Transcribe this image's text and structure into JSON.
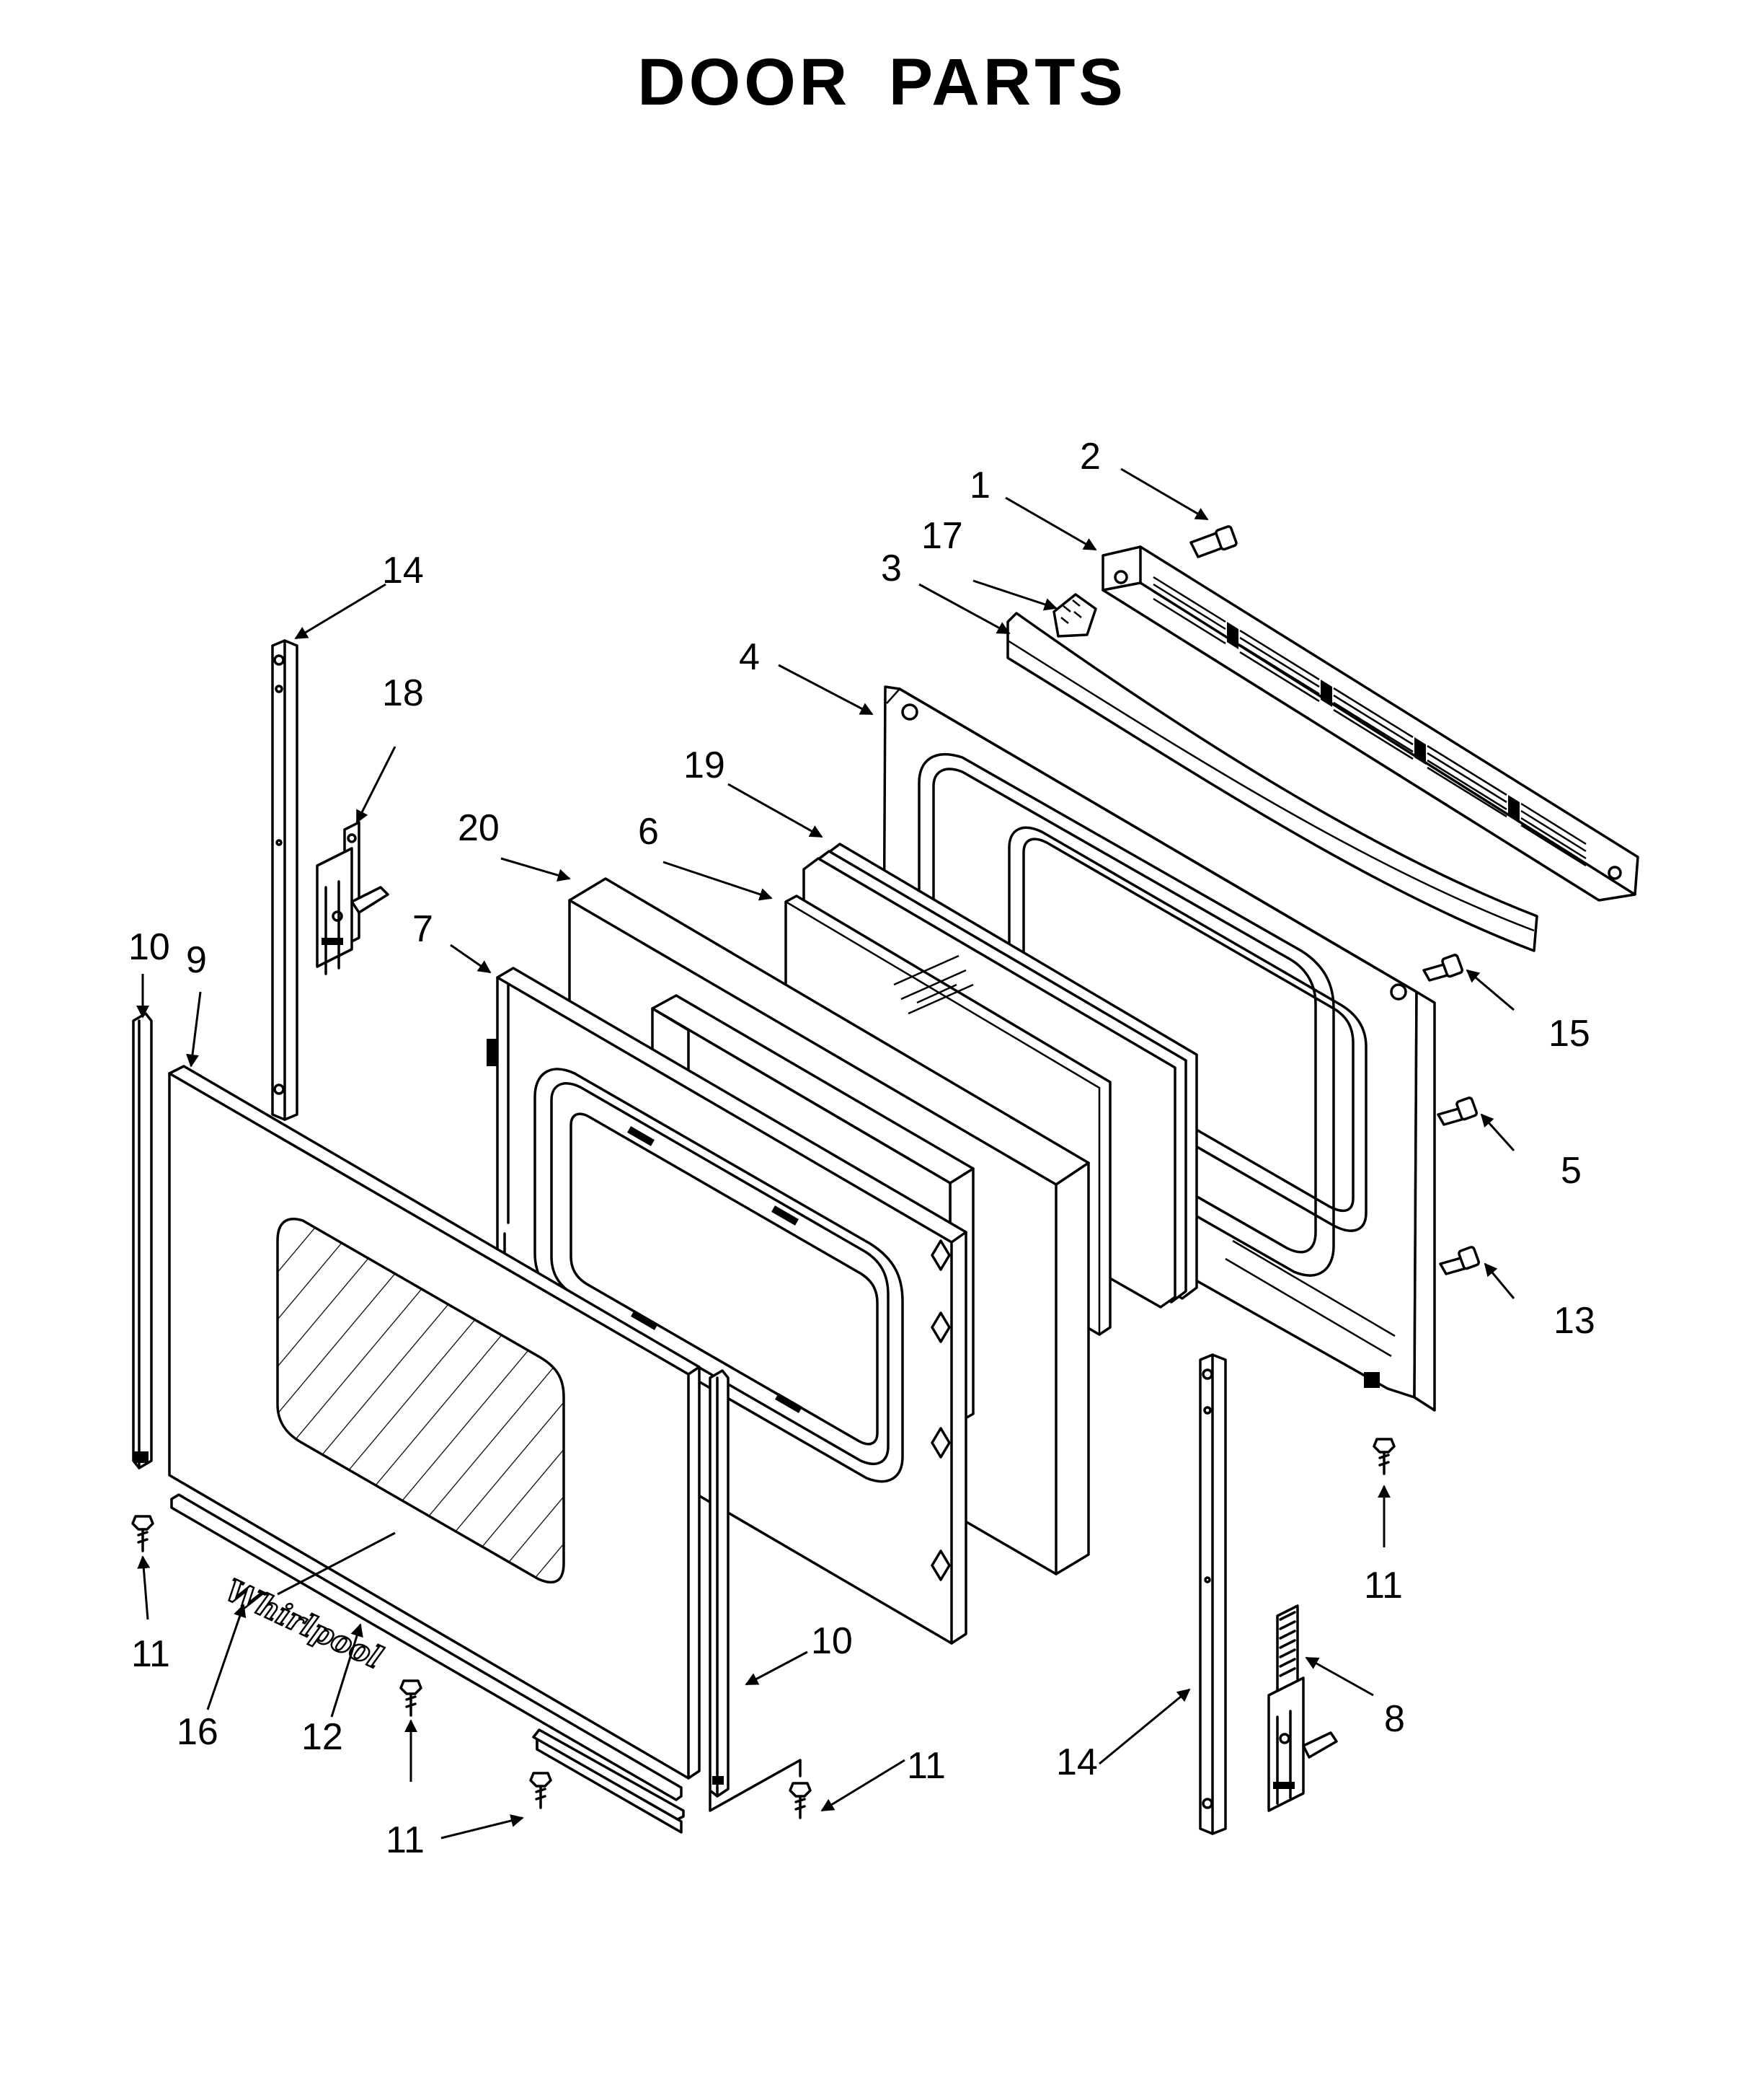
{
  "title": "DOOR PARTS",
  "brand_logo_text": "Whirlpool",
  "callouts": {
    "c1": "1",
    "c2": "2",
    "c3": "3",
    "c4": "4",
    "c5": "5",
    "c6": "6",
    "c7": "7",
    "c8": "8",
    "c9": "9",
    "c10a": "10",
    "c10b": "10",
    "c11a": "11",
    "c11b": "11",
    "c11c": "11",
    "c11d": "11",
    "c12": "12",
    "c13": "13",
    "c14a": "14",
    "c14b": "14",
    "c15": "15",
    "c16": "16",
    "c17": "17",
    "c18": "18",
    "c19": "19",
    "c20": "20"
  }
}
